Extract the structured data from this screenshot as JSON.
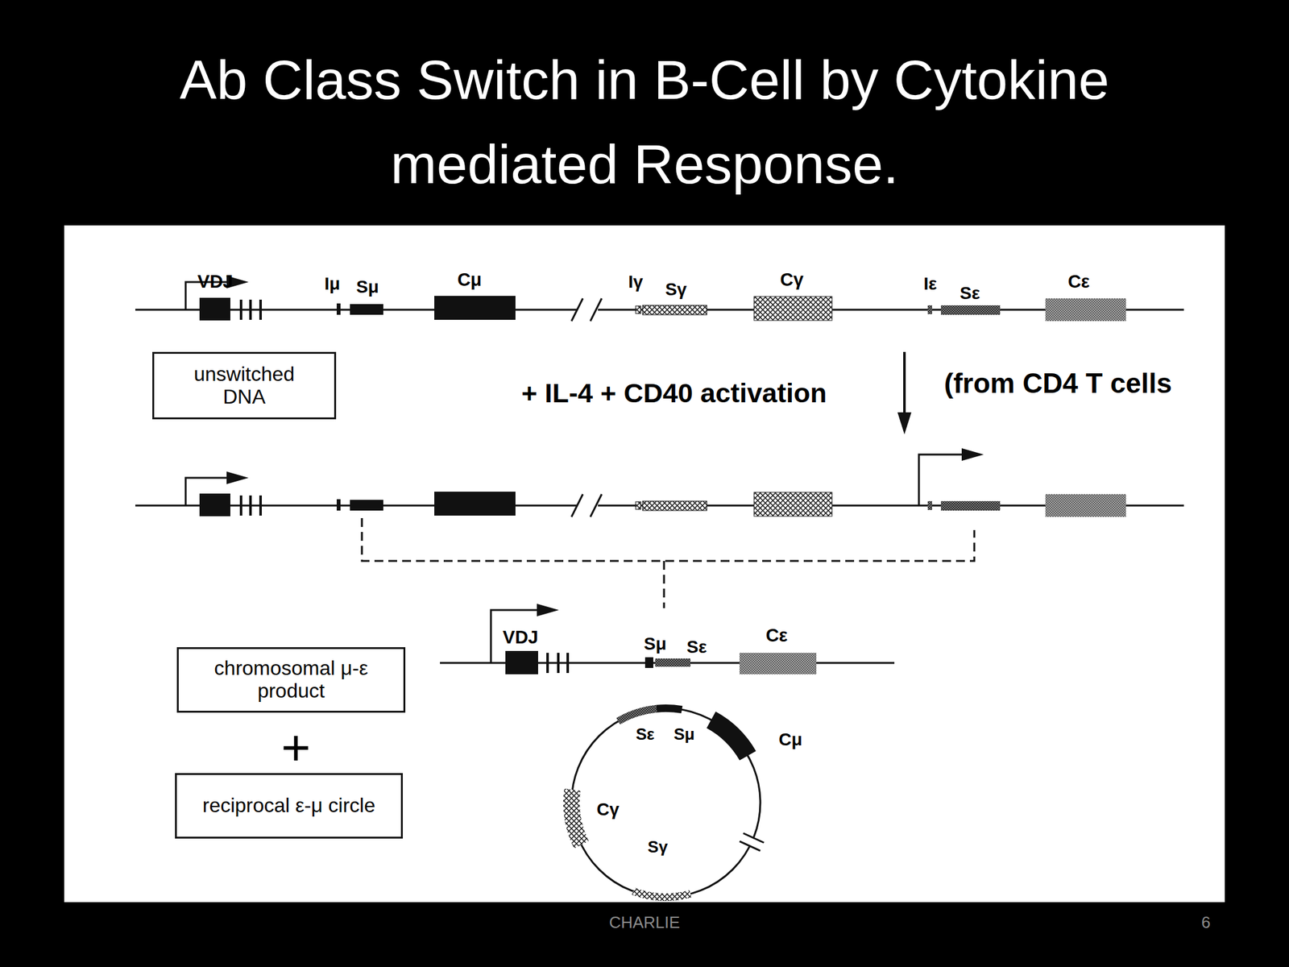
{
  "diagram": {
    "title": "Ab Class Switch in B-Cell by Cytokine mediated Response.",
    "nodes": [
      {
        "text": [
          "unswitched DNA"
        ]
      },
      {
        "text": [
          "chromosomal μ-ε product"
        ]
      },
      {
        "text": [
          "reciprocal ε-μ circle"
        ]
      }
    ],
    "labels": [
      "VDJ",
      "Iμ",
      "Sμ",
      "Cμ",
      "Iγ",
      "Sγ",
      "Cγ",
      "Iε",
      "Sε",
      "Cε",
      "+ IL-4 + CD40 activation",
      "(from CD4 T cells",
      "VDJ",
      "Sμ",
      "Sε",
      "Cε",
      "+",
      "Sε",
      "Sμ",
      "Cμ",
      "Cγ",
      "Sγ",
      "CHARLIE",
      "6"
    ]
  }
}
